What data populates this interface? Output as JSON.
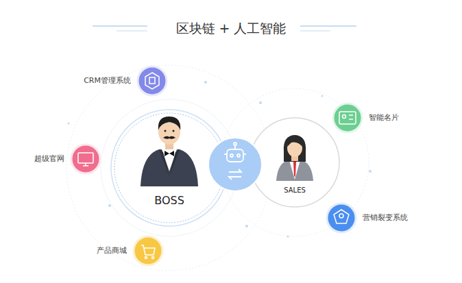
{
  "diagram": {
    "title": "区块链 + 人工智能",
    "nodes": [
      {
        "text": [
          "CRM管理系统"
        ]
      },
      {
        "text": [
          "智能名片"
        ]
      },
      {
        "text": [
          "超级官网"
        ]
      },
      {
        "text": [
          "BOSS"
        ]
      },
      {
        "text": [
          "SALES"
        ]
      },
      {
        "text": [
          "营销裂变系统"
        ]
      },
      {
        "text": [
          "产品商城"
        ]
      }
    ]
  }
}
